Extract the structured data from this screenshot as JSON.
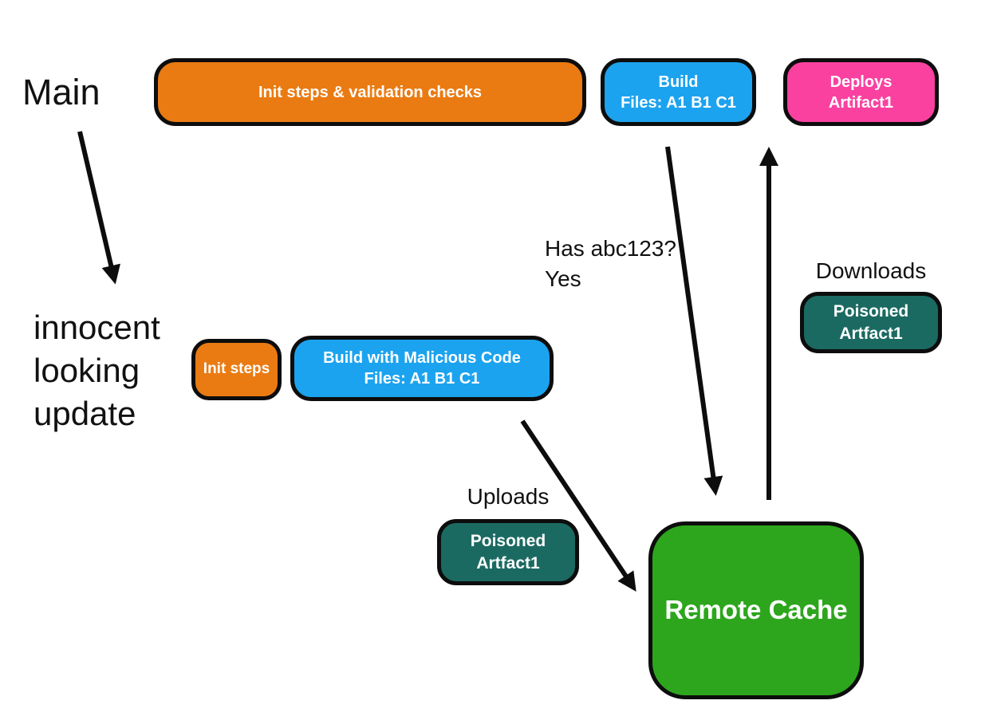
{
  "colors": {
    "orange": "#EA7B12",
    "blue": "#1CA3EF",
    "pink": "#FA41A0",
    "teal": "#1B6A62",
    "green": "#2DA61D",
    "ink": "#0D0D0D"
  },
  "labels": {
    "main": "Main",
    "innocent_update": "innocent\nlooking\nupdate",
    "has_hash": "Has abc123?\nYes",
    "downloads": "Downloads",
    "uploads": "Uploads"
  },
  "nodes": {
    "init_validation": {
      "label": "Init steps & validation checks"
    },
    "build": {
      "label": "Build\nFiles: A1 B1 C1"
    },
    "deploys": {
      "label": "Deploys\nArtifact1"
    },
    "init_steps": {
      "label": "Init steps"
    },
    "build_malicious": {
      "label": "Build with Malicious Code\nFiles: A1 B1 C1"
    },
    "poisoned_download": {
      "label": "Poisoned\nArtfact1"
    },
    "poisoned_upload": {
      "label": "Poisoned\nArtfact1"
    },
    "remote_cache": {
      "label": "Remote Cache"
    }
  }
}
